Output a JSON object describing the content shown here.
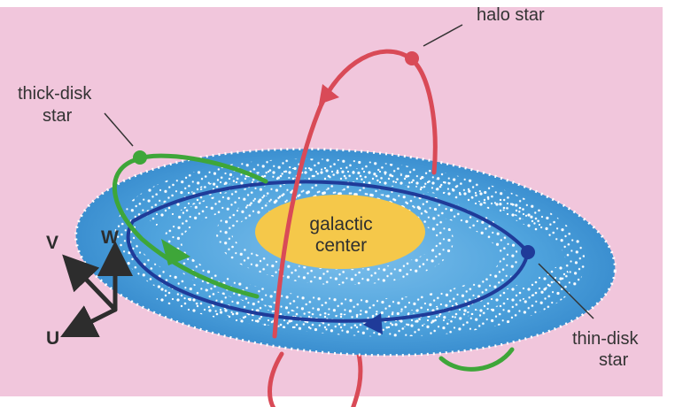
{
  "labels": {
    "halo_star": "halo star",
    "thick_disk_star_line1": "thick-disk",
    "thick_disk_star_line2": "star",
    "galactic_center_line1": "galactic",
    "galactic_center_line2": "center",
    "thin_disk_star_line1": "thin-disk",
    "thin_disk_star_line2": "star"
  },
  "axes": {
    "v": "V",
    "w": "W",
    "u": "U"
  },
  "colors": {
    "background": "#f1c6dc",
    "disk": "#4fa3dd",
    "disk_dark": "#2d7fc4",
    "disk_speckle": "#ffffff",
    "galactic_center": "#f5c84a",
    "thin_disk_orbit": "#1f3b99",
    "halo_orbit": "#d94a57",
    "thick_disk_orbit": "#3ea639",
    "axis_arrows": "#2d2d2d"
  }
}
